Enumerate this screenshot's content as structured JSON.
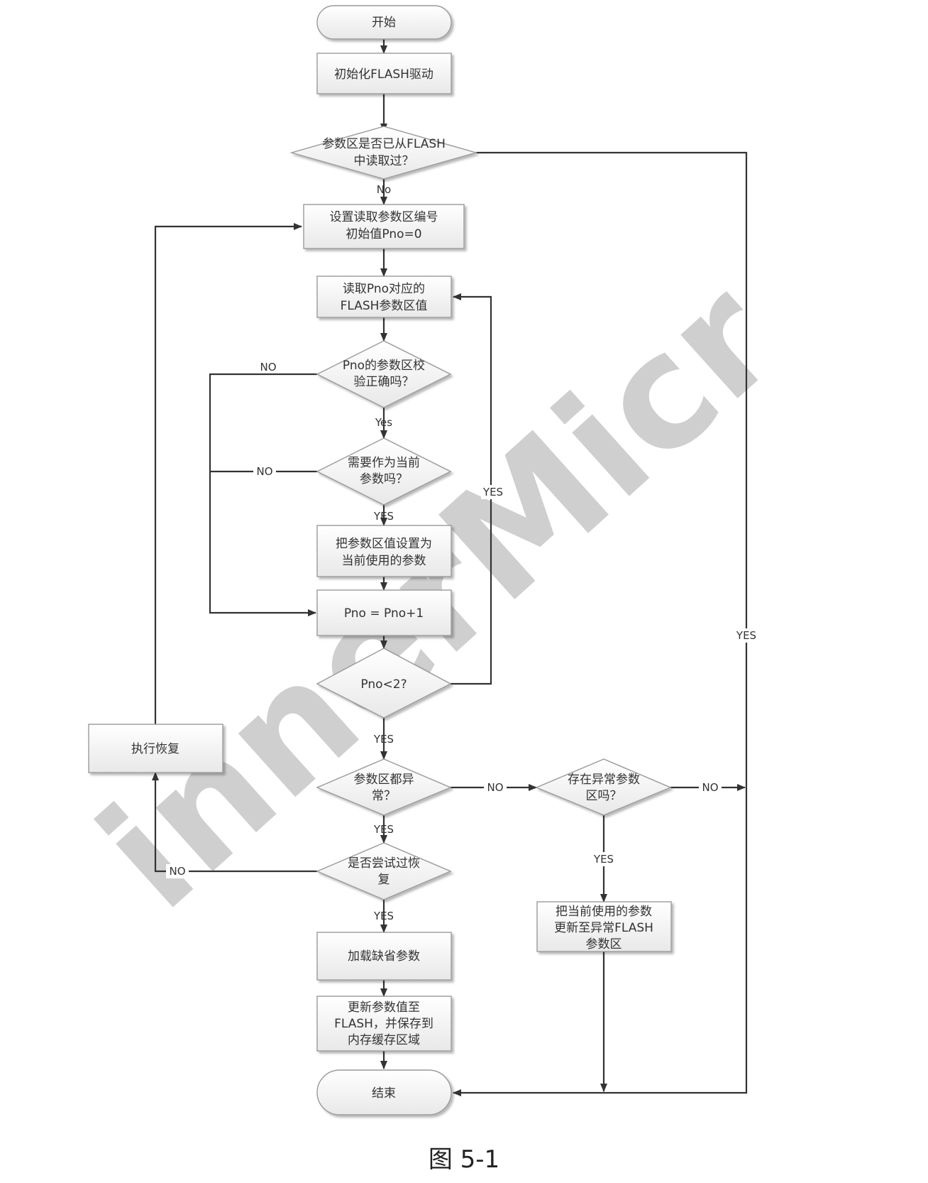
{
  "diagram": {
    "nodes": {
      "start": "开始",
      "init": "初始化FLASH驱动",
      "read_check": [
        "参数区是否已从FLASH",
        "中读取过？"
      ],
      "set_pno": [
        "设置读取参数区编号",
        "初始值Pno=0"
      ],
      "read_pno": [
        "读取Pno对应的",
        "FLASH参数区值"
      ],
      "verify": [
        "Pno的参数区校",
        "验正确吗？"
      ],
      "need_current": [
        "需要作为当前",
        "参数吗？"
      ],
      "set_current": [
        "把参数区值设置为",
        "当前使用的参数"
      ],
      "increment": "Pno = Pno+1",
      "pno_lt2": "Pno<2?",
      "all_abnormal": [
        "参数区都异",
        "常？"
      ],
      "exists_abnormal": [
        "存在异常参数",
        "区吗？"
      ],
      "tried_recover": [
        "是否尝试过恢",
        "复"
      ],
      "do_recover": "执行恢复",
      "load_default": "加载缺省参数",
      "update_flash": [
        "更新参数值至",
        "FLASH，并保存到",
        "内存缓存区域"
      ],
      "update_abnormal": [
        "把当前使用的参数",
        "更新至异常FLASH",
        "参数区"
      ],
      "end": "结束"
    },
    "edge_labels": {
      "no_read": "No",
      "yes_read": "YES",
      "no_verify": "NO",
      "yes_verify": "Yes",
      "no_need": "NO",
      "yes_need": "YES",
      "yes_loop": "YES",
      "yes_pno": "YES",
      "no_all": "NO",
      "no_exists": "NO",
      "yes_all": "YES",
      "yes_exists": "YES",
      "no_tried": "NO",
      "yes_tried": "YES"
    }
  },
  "watermark": "innerMicr",
  "caption": "图 5-1"
}
